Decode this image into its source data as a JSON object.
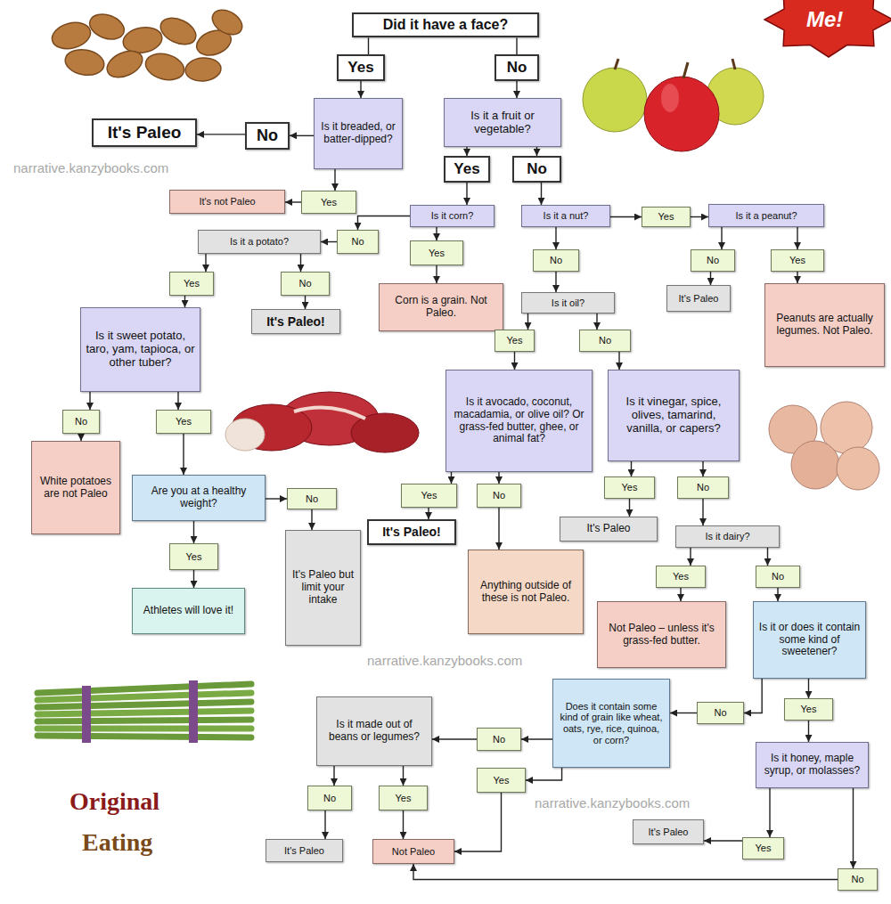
{
  "diagram": {
    "nodes": [
      {
        "text": [
          "Did it have a face?"
        ]
      },
      {
        "text": [
          "Yes"
        ]
      },
      {
        "text": [
          "No"
        ]
      },
      {
        "text": [
          "Is it breaded, or batter-dipped?"
        ]
      },
      {
        "text": [
          "No"
        ]
      },
      {
        "text": [
          "It's Paleo"
        ]
      },
      {
        "text": [
          "Is it a fruit or vegetable?"
        ]
      },
      {
        "text": [
          "Yes"
        ]
      },
      {
        "text": [
          "No"
        ]
      },
      {
        "text": [
          "It's not Paleo"
        ]
      },
      {
        "text": [
          "Yes"
        ]
      },
      {
        "text": [
          "Is it corn?"
        ]
      },
      {
        "text": [
          "Is it a nut?"
        ]
      },
      {
        "text": [
          "Yes"
        ]
      },
      {
        "text": [
          "Is it a peanut?"
        ]
      },
      {
        "text": [
          "No"
        ]
      },
      {
        "text": [
          "Is it a potato?"
        ]
      },
      {
        "text": [
          "Yes"
        ]
      },
      {
        "text": [
          "No"
        ]
      },
      {
        "text": [
          "No"
        ]
      },
      {
        "text": [
          "Yes"
        ]
      },
      {
        "text": [
          "Yes"
        ]
      },
      {
        "text": [
          "No"
        ]
      },
      {
        "text": [
          "Corn is a grain. Not Paleo."
        ]
      },
      {
        "text": [
          "It's Paleo"
        ]
      },
      {
        "text": [
          "Peanuts are actually legumes. Not Paleo."
        ]
      },
      {
        "text": [
          "Is it oil?"
        ]
      },
      {
        "text": [
          "It's Paleo!"
        ]
      },
      {
        "text": [
          "Is it sweet potato, taro, yam, tapioca, or other tuber?"
        ]
      },
      {
        "text": [
          "Yes"
        ]
      },
      {
        "text": [
          "No"
        ]
      },
      {
        "text": [
          "Is it avocado, coconut, macadamia, or olive oil? Or grass-fed butter, ghee, or animal fat?"
        ]
      },
      {
        "text": [
          "Is it vinegar, spice, olives, tamarind, vanilla, or capers?"
        ]
      },
      {
        "text": [
          "No"
        ]
      },
      {
        "text": [
          "Yes"
        ]
      },
      {
        "text": [
          "White potatoes are not Paleo"
        ]
      },
      {
        "text": [
          "Are you at a healthy weight?"
        ]
      },
      {
        "text": [
          "No"
        ]
      },
      {
        "text": [
          "Yes"
        ]
      },
      {
        "text": [
          "No"
        ]
      },
      {
        "text": [
          "Yes"
        ]
      },
      {
        "text": [
          "No"
        ]
      },
      {
        "text": [
          "It's Paleo!"
        ]
      },
      {
        "text": [
          "It's Paleo"
        ]
      },
      {
        "text": [
          "Is it dairy?"
        ]
      },
      {
        "text": [
          "It's Paleo but limit your intake"
        ]
      },
      {
        "text": [
          "Yes"
        ]
      },
      {
        "text": [
          "Anything outside of these is not Paleo."
        ]
      },
      {
        "text": [
          "Yes"
        ]
      },
      {
        "text": [
          "No"
        ]
      },
      {
        "text": [
          "Athletes will love it!"
        ]
      },
      {
        "text": [
          "Not Paleo – unless it's grass-fed butter."
        ]
      },
      {
        "text": [
          "Is it or does it contain some kind of sweetener?"
        ]
      },
      {
        "text": [
          "Does it contain some kind of grain like wheat, oats, rye, rice, quinoa, or corn?"
        ]
      },
      {
        "text": [
          "Is it made out of beans or legumes?"
        ]
      },
      {
        "text": [
          "No"
        ]
      },
      {
        "text": [
          "No"
        ]
      },
      {
        "text": [
          "Yes"
        ]
      },
      {
        "text": [
          "Is it honey, maple syrup, or molasses?"
        ]
      },
      {
        "text": [
          "No"
        ]
      },
      {
        "text": [
          "Yes"
        ]
      },
      {
        "text": [
          "Yes"
        ]
      },
      {
        "text": [
          "It's Paleo"
        ]
      },
      {
        "text": [
          "It's Paleo"
        ]
      },
      {
        "text": [
          "Not Paleo"
        ]
      },
      {
        "text": [
          "Yes"
        ]
      },
      {
        "text": [
          "No"
        ]
      }
    ],
    "edges": [
      {
        "from": 0,
        "to": 1,
        "arrow": "none"
      },
      {
        "from": 0,
        "to": 2,
        "arrow": "none"
      },
      {
        "from": 1,
        "to": 3,
        "arrow": "to"
      },
      {
        "from": 2,
        "to": 6,
        "arrow": "to"
      },
      {
        "from": 3,
        "to": 4,
        "arrow": "to"
      },
      {
        "from": 4,
        "to": 5,
        "arrow": "to"
      },
      {
        "from": 3,
        "to": 10,
        "arrow": "to"
      },
      {
        "from": 10,
        "to": 9,
        "arrow": "to"
      },
      {
        "from": 6,
        "to": 7,
        "arrow": "to"
      },
      {
        "from": 6,
        "to": 8,
        "arrow": "to"
      },
      {
        "from": 7,
        "to": 11,
        "arrow": "to"
      },
      {
        "from": 8,
        "to": 12,
        "arrow": "to"
      },
      {
        "from": 11,
        "to": 15,
        "arrow": "to"
      },
      {
        "from": 15,
        "to": 16,
        "arrow": "to"
      },
      {
        "from": 11,
        "to": 17,
        "arrow": "to"
      },
      {
        "from": 17,
        "to": 23,
        "arrow": "to"
      },
      {
        "from": 12,
        "to": 13,
        "arrow": "to"
      },
      {
        "from": 13,
        "to": 14,
        "arrow": "to"
      },
      {
        "from": 12,
        "to": 18,
        "arrow": "to"
      },
      {
        "from": 18,
        "to": 26,
        "arrow": "to"
      },
      {
        "from": 14,
        "to": 19,
        "arrow": "to"
      },
      {
        "from": 19,
        "to": 24,
        "arrow": "to"
      },
      {
        "from": 14,
        "to": 20,
        "arrow": "to"
      },
      {
        "from": 20,
        "to": 25,
        "arrow": "to"
      },
      {
        "from": 16,
        "to": 21,
        "arrow": "to"
      },
      {
        "from": 21,
        "to": 28,
        "arrow": "to"
      },
      {
        "from": 16,
        "to": 22,
        "arrow": "to"
      },
      {
        "from": 22,
        "to": 27,
        "arrow": "to"
      },
      {
        "from": 26,
        "to": 29,
        "arrow": "to"
      },
      {
        "from": 29,
        "to": 31,
        "arrow": "to"
      },
      {
        "from": 26,
        "to": 30,
        "arrow": "to"
      },
      {
        "from": 30,
        "to": 32,
        "arrow": "to"
      },
      {
        "from": 28,
        "to": 33,
        "arrow": "to"
      },
      {
        "from": 33,
        "to": 35,
        "arrow": "to"
      },
      {
        "from": 28,
        "to": 34,
        "arrow": "to"
      },
      {
        "from": 34,
        "to": 36,
        "arrow": "to"
      },
      {
        "from": 31,
        "to": 38,
        "arrow": "to"
      },
      {
        "from": 38,
        "to": 42,
        "arrow": "to"
      },
      {
        "from": 31,
        "to": 39,
        "arrow": "to"
      },
      {
        "from": 39,
        "to": 47,
        "arrow": "to"
      },
      {
        "from": 32,
        "to": 40,
        "arrow": "to"
      },
      {
        "from": 40,
        "to": 43,
        "arrow": "to"
      },
      {
        "from": 32,
        "to": 41,
        "arrow": "to"
      },
      {
        "from": 41,
        "to": 44,
        "arrow": "to"
      },
      {
        "from": 36,
        "to": 37,
        "arrow": "to"
      },
      {
        "from": 37,
        "to": 45,
        "arrow": "to"
      },
      {
        "from": 36,
        "to": 46,
        "arrow": "to"
      },
      {
        "from": 46,
        "to": 50,
        "arrow": "to"
      },
      {
        "from": 44,
        "to": 48,
        "arrow": "to"
      },
      {
        "from": 48,
        "to": 51,
        "arrow": "to"
      },
      {
        "from": 44,
        "to": 49,
        "arrow": "to"
      },
      {
        "from": 49,
        "to": 52,
        "arrow": "to"
      },
      {
        "from": 52,
        "to": 56,
        "arrow": "to"
      },
      {
        "from": 56,
        "to": 53,
        "arrow": "to"
      },
      {
        "from": 52,
        "to": 57,
        "arrow": "to"
      },
      {
        "from": 57,
        "to": 58,
        "arrow": "to"
      },
      {
        "from": 53,
        "to": 55,
        "arrow": "to"
      },
      {
        "from": 55,
        "to": 54,
        "arrow": "to"
      },
      {
        "from": 53,
        "to": 61,
        "arrow": "to"
      },
      {
        "from": 61,
        "to": 64,
        "arrow": "to"
      },
      {
        "from": 54,
        "to": 59,
        "arrow": "to"
      },
      {
        "from": 59,
        "to": 63,
        "arrow": "to"
      },
      {
        "from": 54,
        "to": 60,
        "arrow": "to"
      },
      {
        "from": 60,
        "to": 64,
        "arrow": "to"
      },
      {
        "from": 58,
        "to": 65,
        "arrow": "to"
      },
      {
        "from": 65,
        "to": 62,
        "arrow": "to"
      },
      {
        "from": 58,
        "to": 66,
        "arrow": "to"
      },
      {
        "from": 66,
        "to": 64,
        "arrow": "to"
      }
    ],
    "labels": [
      "Me!",
      "Original",
      "Eating",
      "narrative.kanzybooks.com",
      "narrative.kanzybooks.com",
      "narrative.kanzybooks.com"
    ]
  }
}
